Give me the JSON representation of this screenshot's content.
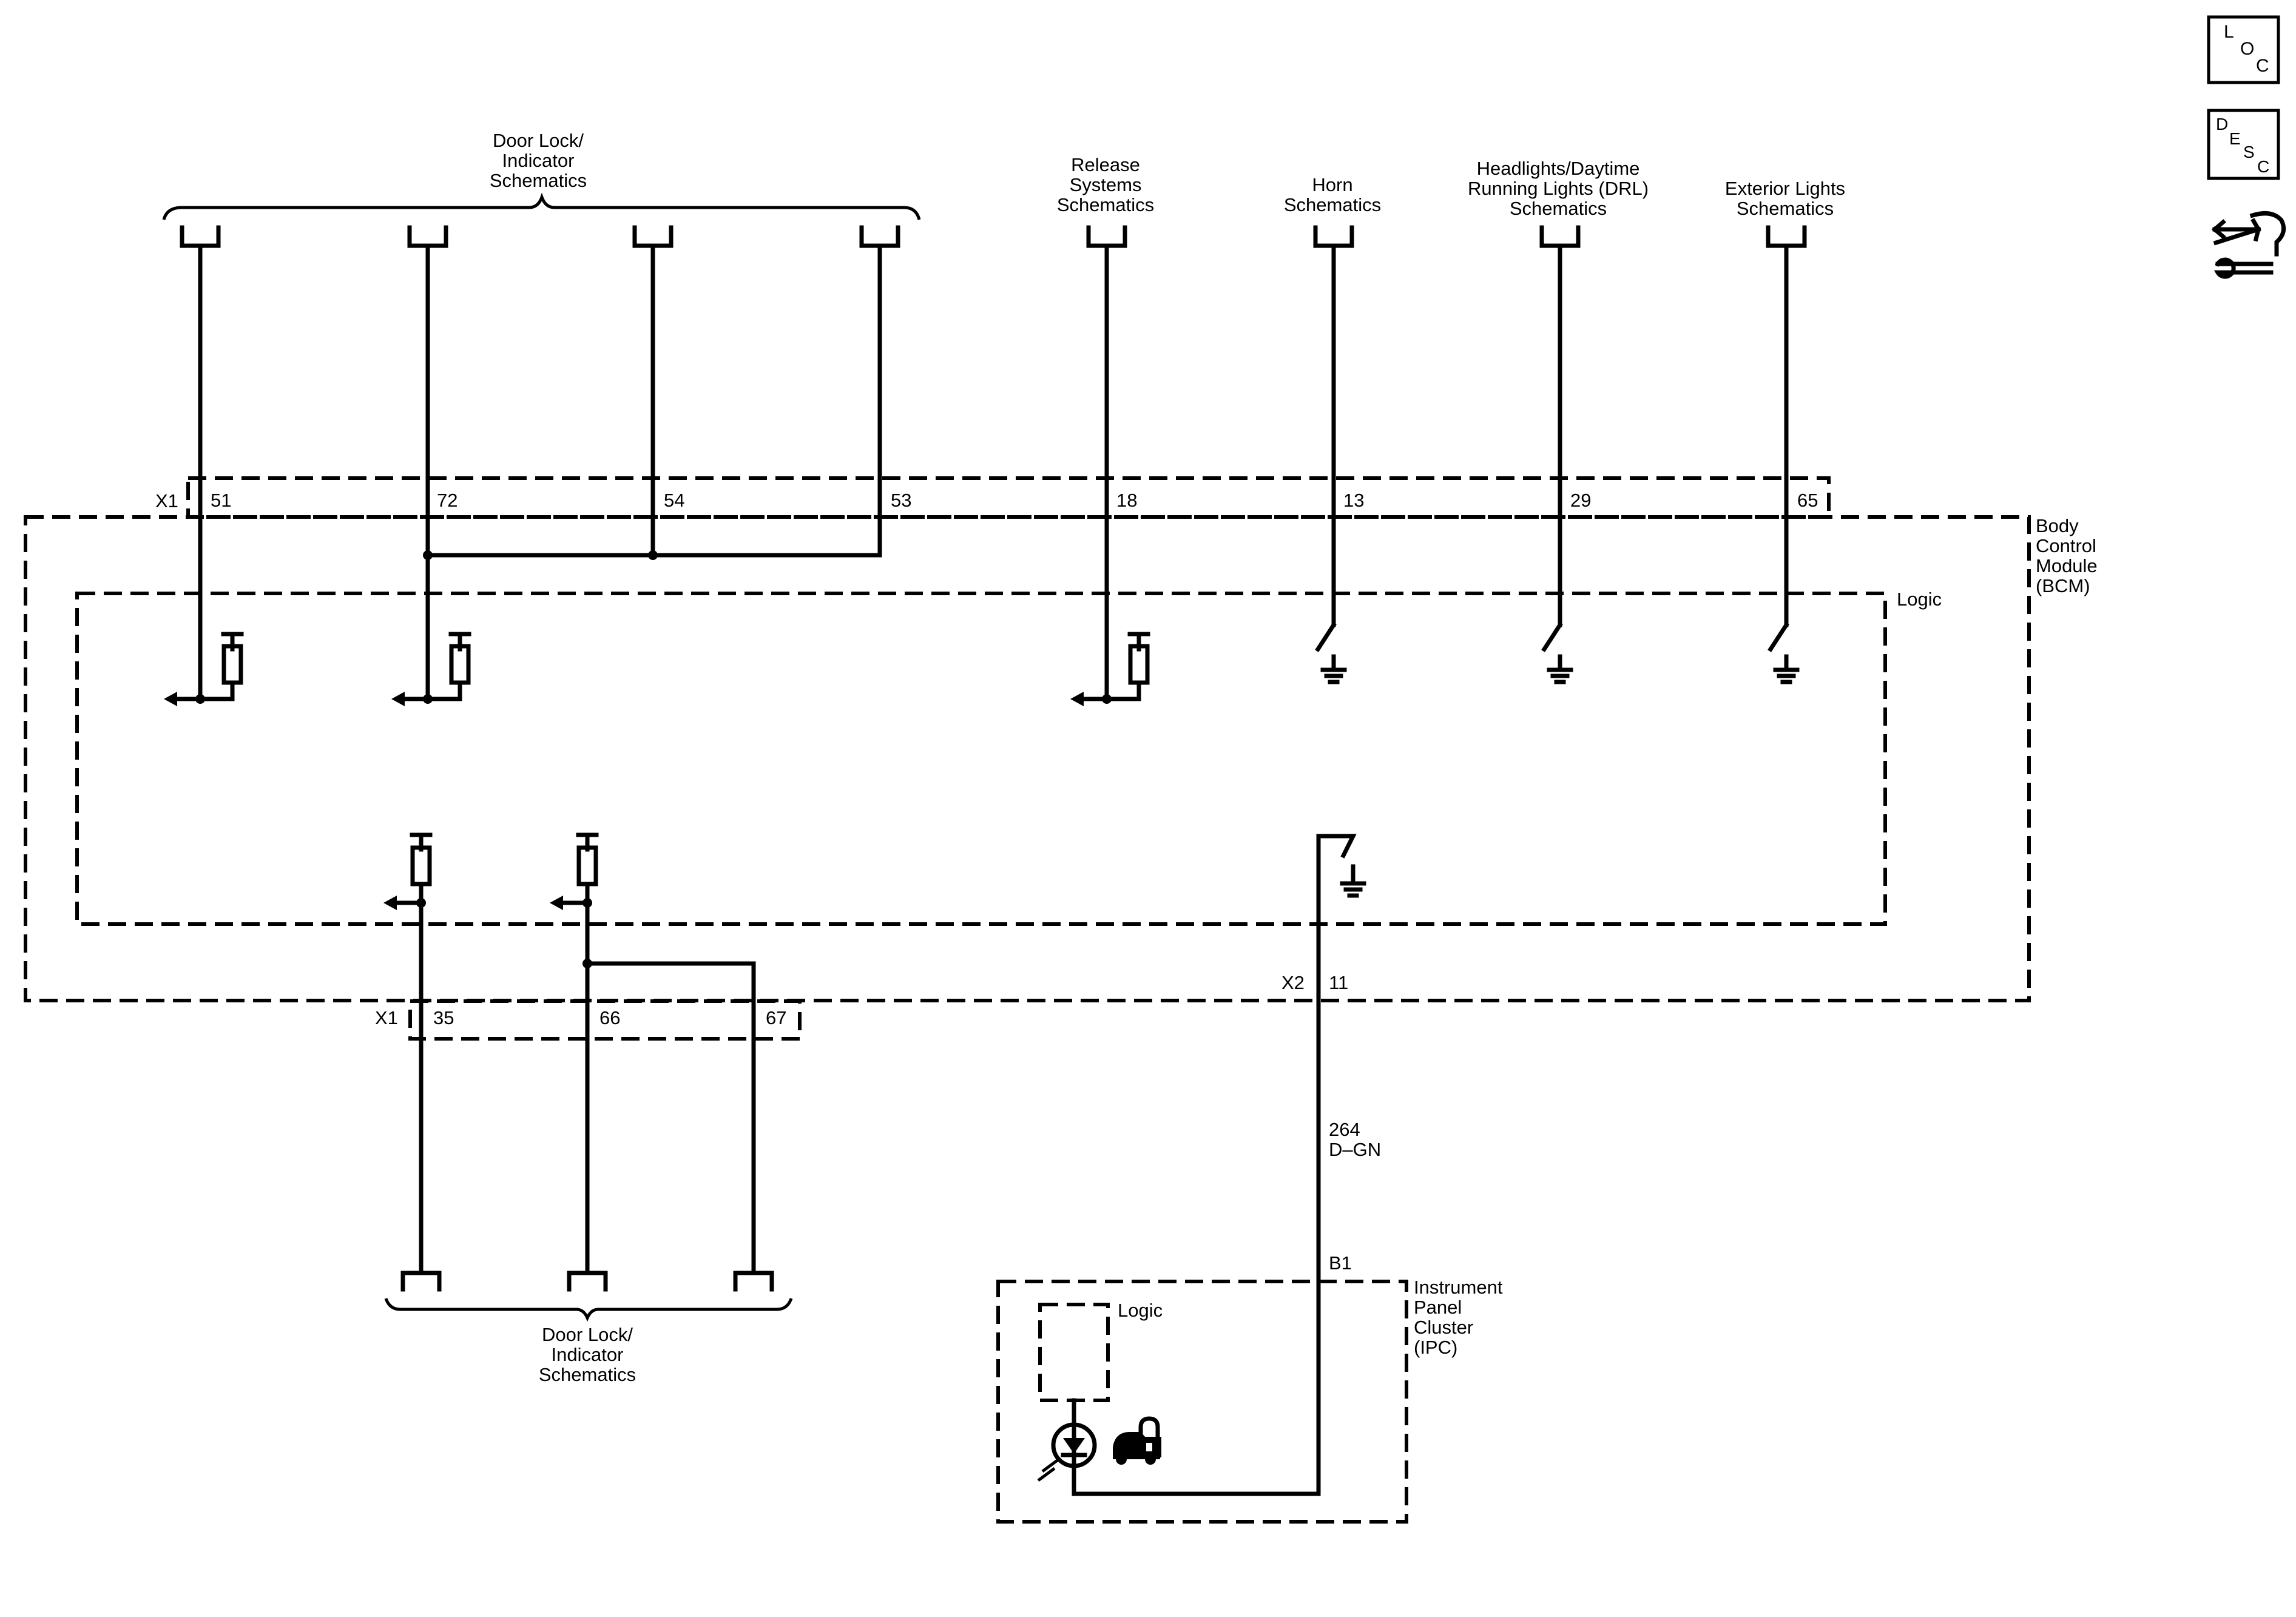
{
  "nav_icons": {
    "loc": [
      "L",
      "O",
      "C"
    ],
    "desc": [
      "D",
      "E",
      "S",
      "C"
    ],
    "connector_view_icon": "connector-wrench-icon"
  },
  "top_labels": {
    "door_lock": [
      "Door Lock/",
      "Indicator",
      "Schematics"
    ],
    "release": [
      "Release",
      "Systems",
      "Schematics"
    ],
    "horn": [
      "Horn",
      "Schematics"
    ],
    "headlights": [
      "Headlights/Daytime",
      "Running Lights (DRL)",
      "Schematics"
    ],
    "exterior": [
      "Exterior Lights",
      "Schematics"
    ]
  },
  "bottom_label": [
    "Door Lock/",
    "Indicator",
    "Schematics"
  ],
  "connectors": {
    "x1_top": "X1",
    "x1_bottom": "X1",
    "x2": "X2",
    "b1": "B1"
  },
  "pins": {
    "p51": "51",
    "p72": "72",
    "p54": "54",
    "p53": "53",
    "p18": "18",
    "p13": "13",
    "p29": "29",
    "p65": "65",
    "p35": "35",
    "p66": "66",
    "p67": "67",
    "p11": "11"
  },
  "modules": {
    "bcm": [
      "Body",
      "Control",
      "Module",
      "(BCM)"
    ],
    "bcm_logic": "Logic",
    "ipc": [
      "Instrument",
      "Panel",
      "Cluster",
      "(IPC)"
    ],
    "ipc_logic": "Logic"
  },
  "wire": {
    "circuit": "264",
    "color": "D–GN"
  }
}
